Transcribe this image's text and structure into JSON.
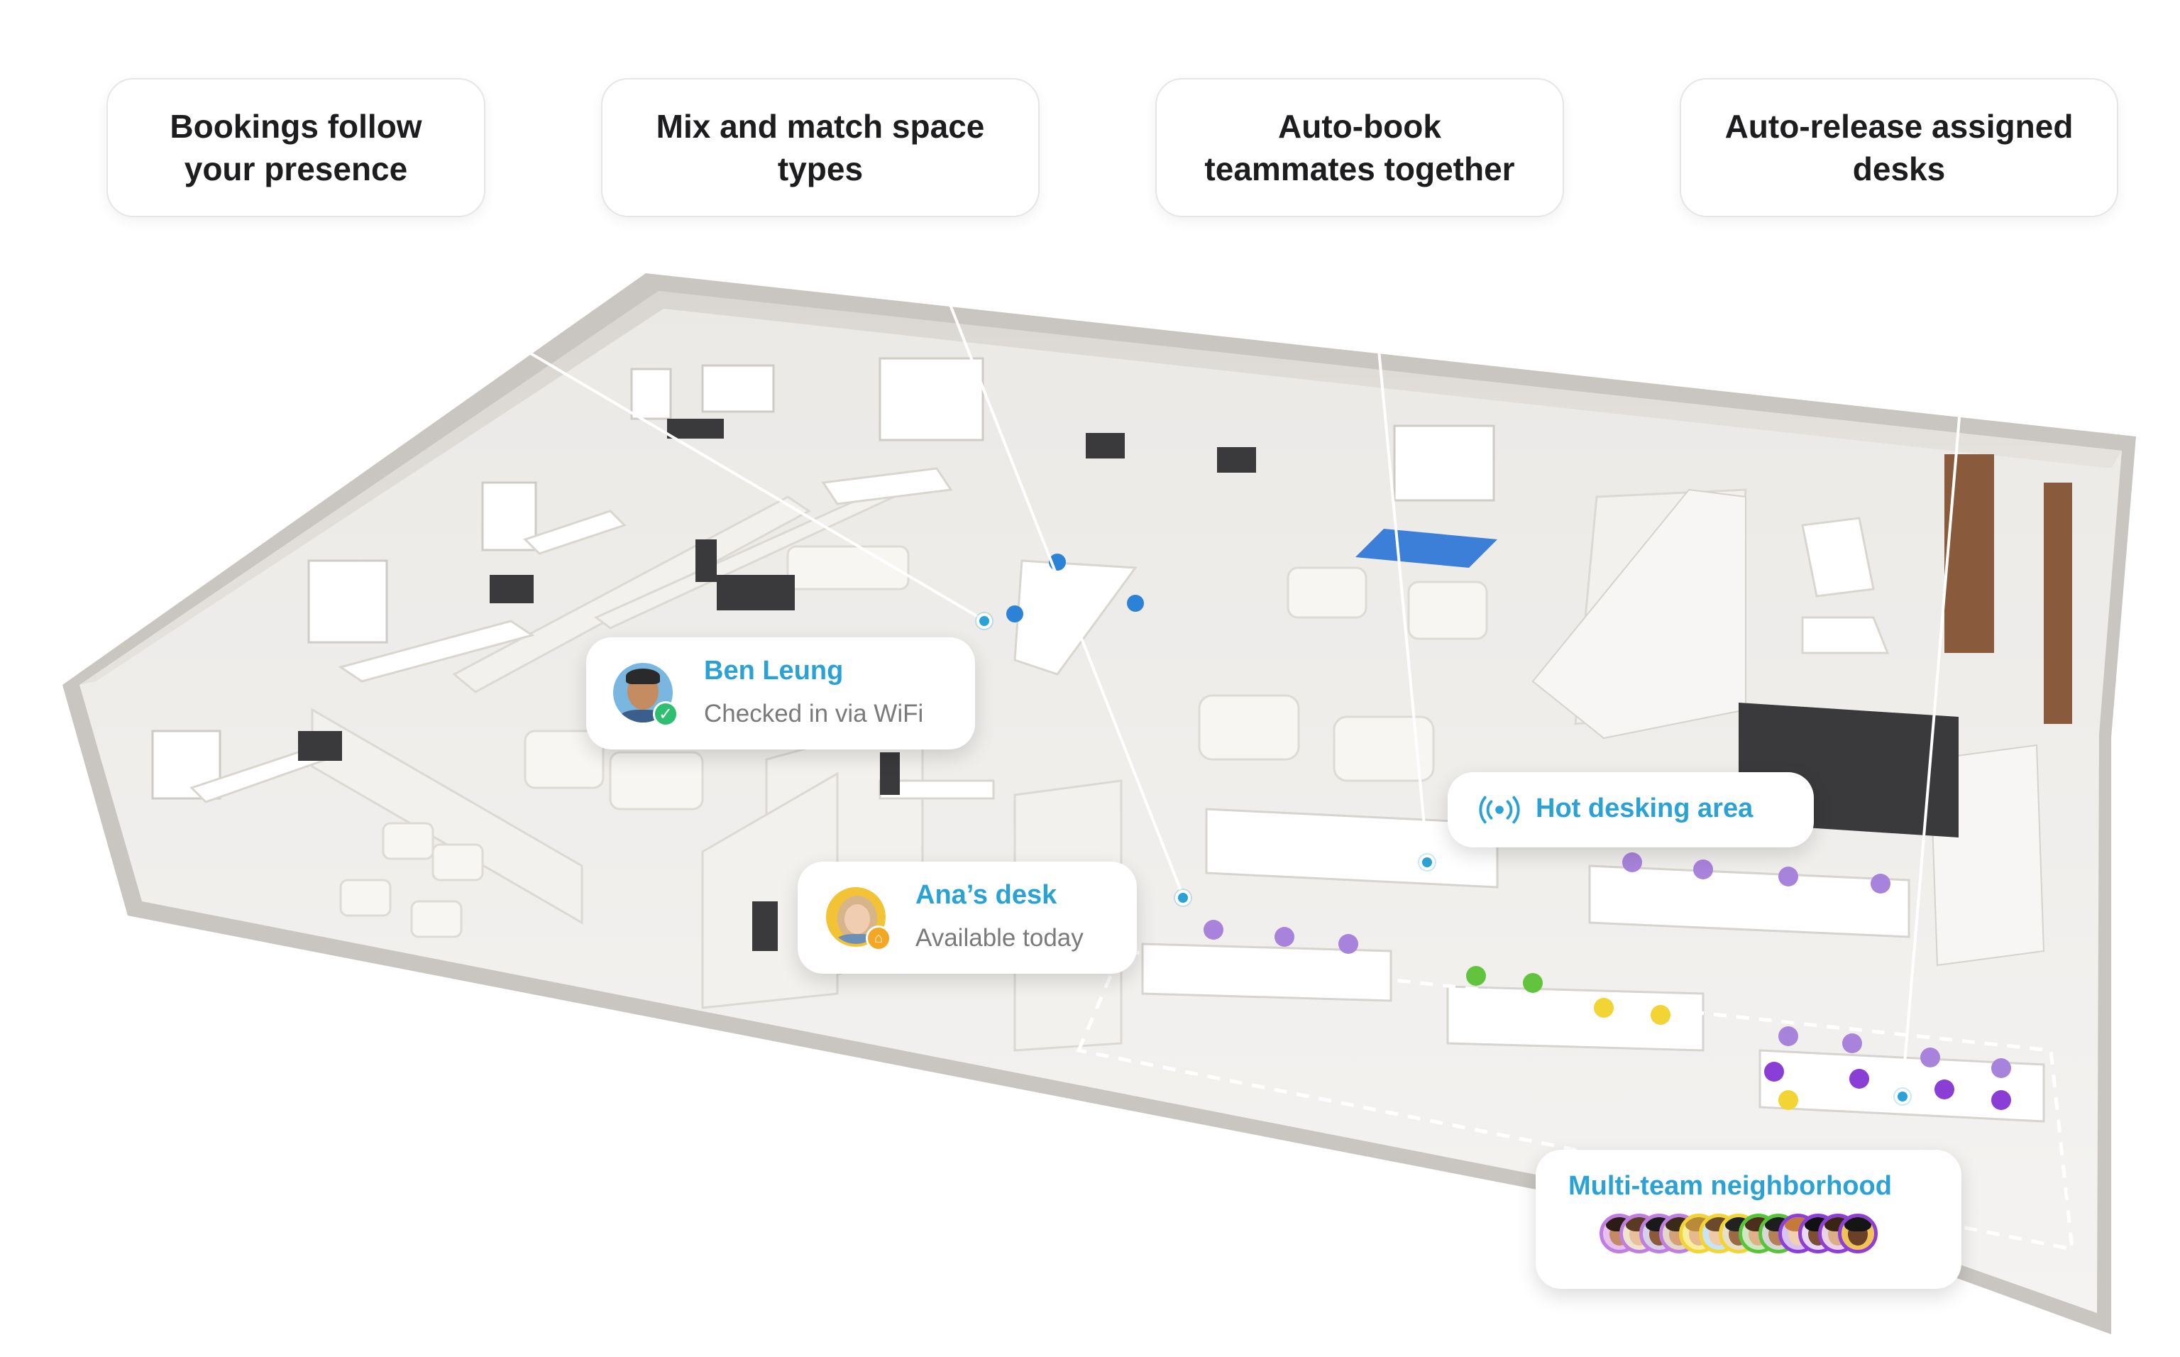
{
  "features": [
    {
      "text": "Bookings follow\nyour presence"
    },
    {
      "text": "Mix and match space\ntypes"
    },
    {
      "text": "Auto-book\nteammates together"
    },
    {
      "text": "Auto-release assigned\ndesks"
    }
  ],
  "callouts": {
    "ben": {
      "name": "Ben Leung",
      "status": "Checked in via WiFi",
      "badge_icon": "check-icon"
    },
    "ana": {
      "name": "Ana’s desk",
      "status": "Available today",
      "badge_icon": "home-icon"
    },
    "hot_desking": {
      "label": "Hot desking area",
      "icon": "wifi-signal-icon"
    },
    "neighborhood": {
      "label": "Multi-team neighborhood",
      "member_avatars": 13
    }
  },
  "colors": {
    "accent": "#2aa2d6",
    "check_badge": "#2fbf71",
    "home_badge": "#f5a623",
    "team_purple": "#8e3fd8",
    "team_green": "#58c43a",
    "team_yellow": "#f2d434"
  }
}
